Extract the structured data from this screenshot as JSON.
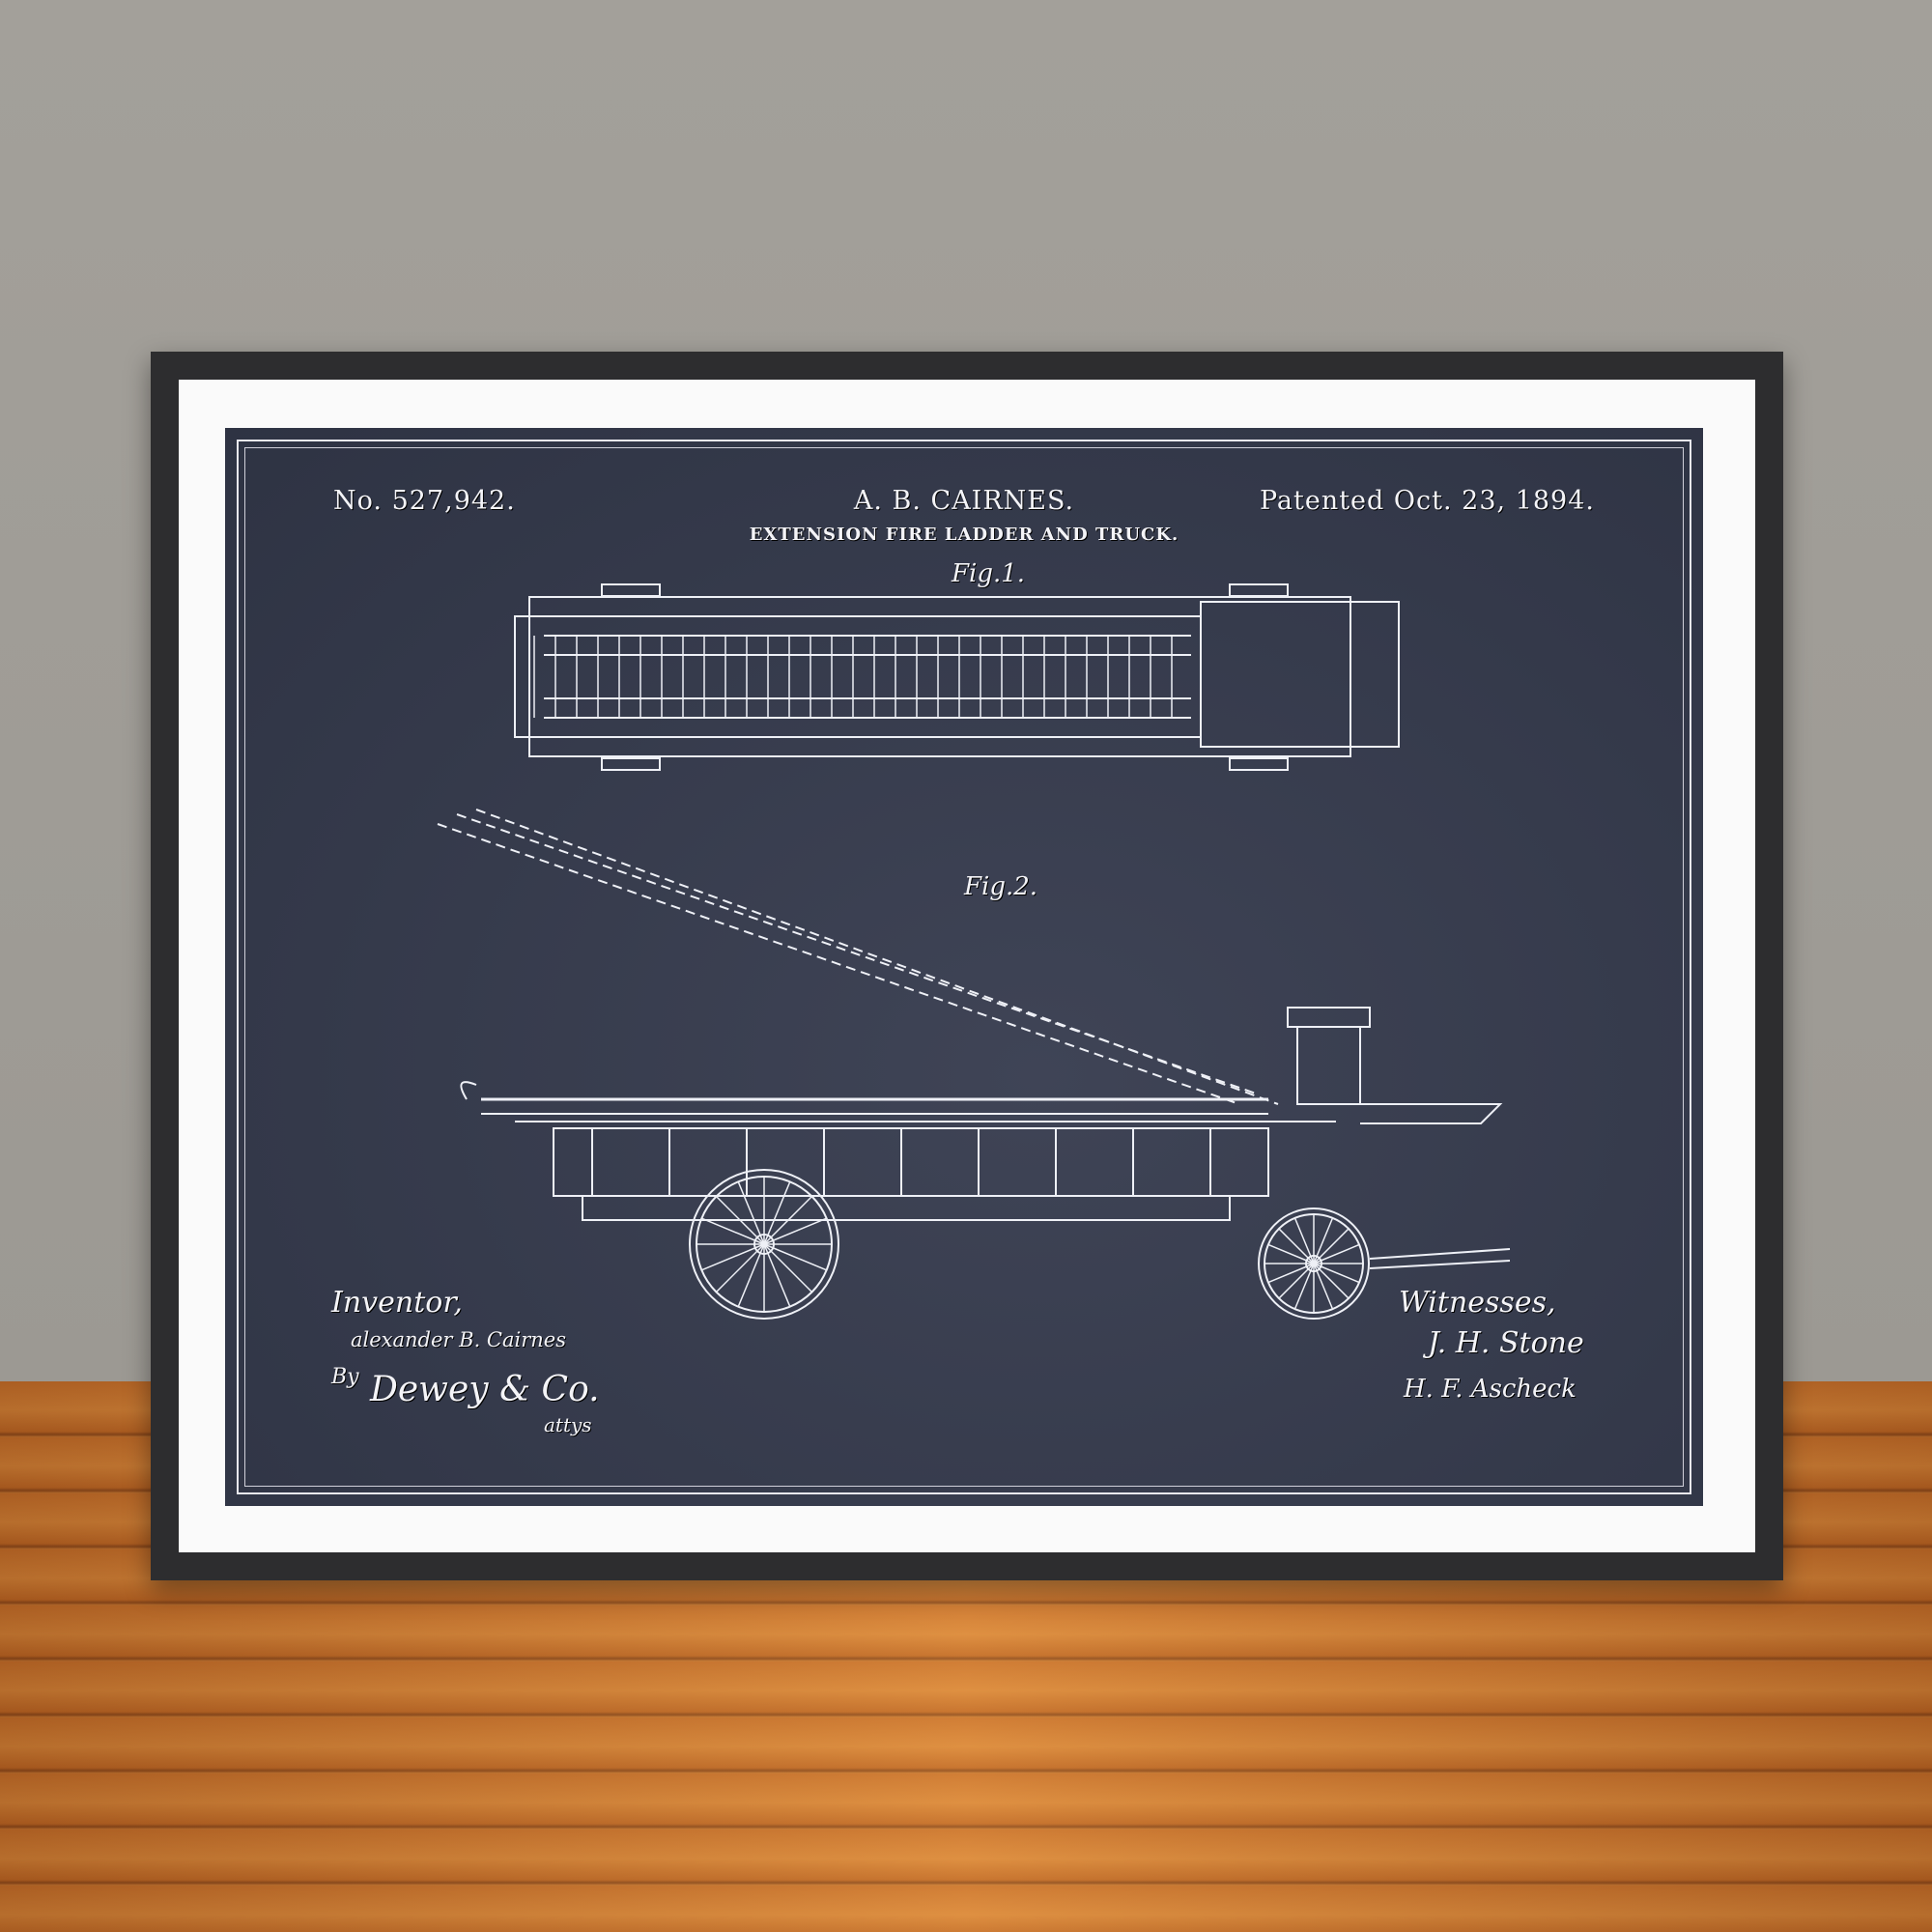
{
  "patent": {
    "number": "No. 527,942.",
    "inventor_name": "A. B. CAIRNES.",
    "title": "EXTENSION FIRE LADDER AND TRUCK.",
    "date": "Patented Oct. 23, 1894."
  },
  "figures": {
    "fig1": "Fig.1.",
    "fig2": "Fig.2."
  },
  "signatures": {
    "inventor_label": "Inventor,",
    "inventor_signature": "alexander B. Cairnes",
    "attorney_by": "By",
    "attorney_signature": "Dewey & Co.",
    "attorney_suffix": "attys",
    "witnesses_label": "Witnesses,",
    "witness1": "J. H. Stone",
    "witness2": "H. F. Ascheck"
  },
  "colors": {
    "print": "#363b4c",
    "line": "#f0f0f5",
    "wall": "#a09d97",
    "floor": "#c9732c",
    "frame": "#2d2d2f"
  }
}
